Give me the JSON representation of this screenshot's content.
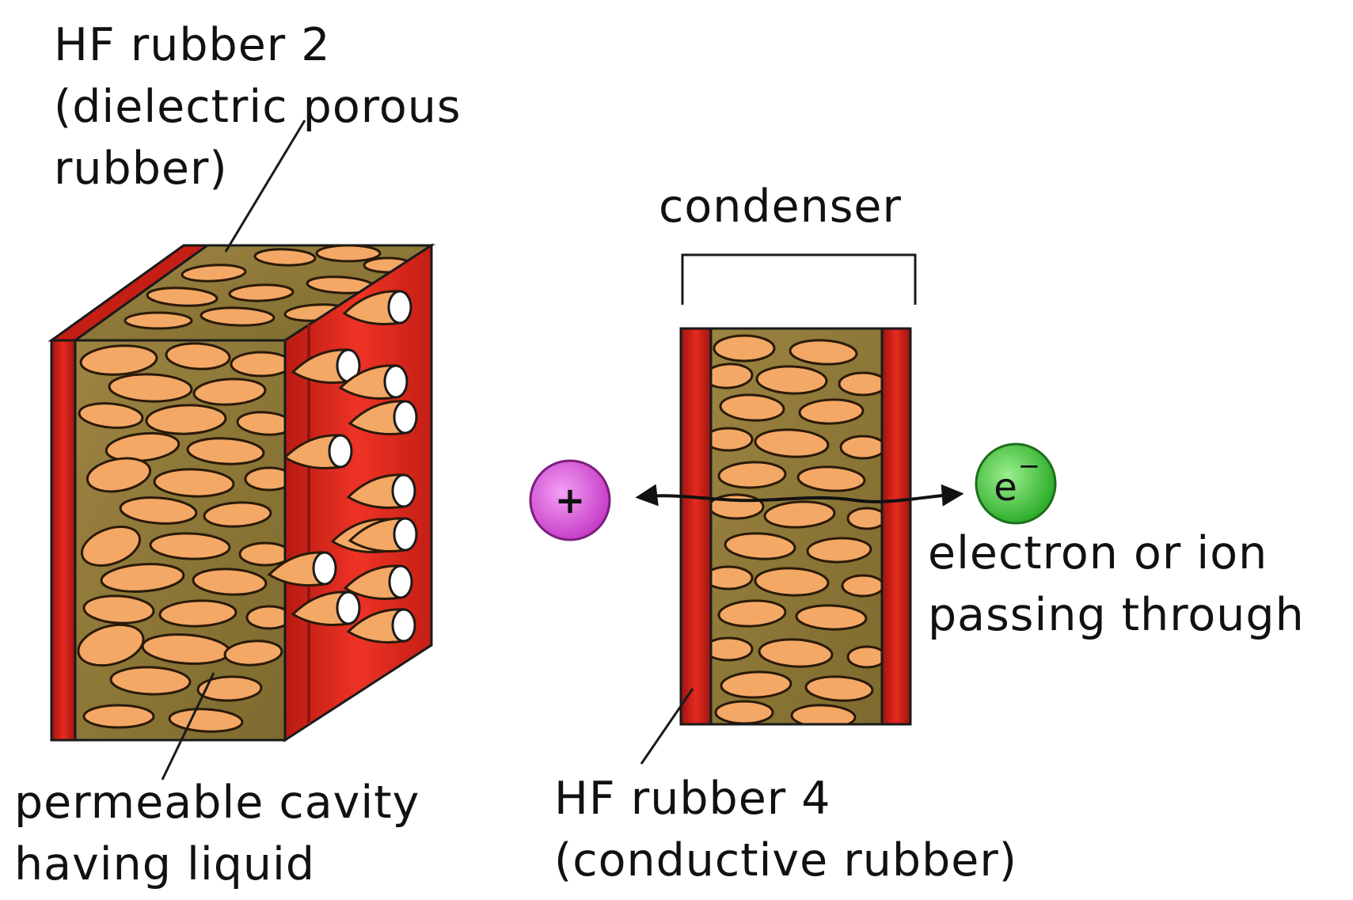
{
  "labels": {
    "hf_rubber_2": [
      "HF rubber 2",
      "(dielectric porous",
      "rubber)"
    ],
    "condenser": "condenser",
    "positive_charge": "+",
    "electron": "e",
    "electron_charge": "−",
    "electron_or_ion": [
      "electron or ion",
      "passing through"
    ],
    "permeable_cavity": [
      "permeable cavity",
      "having liquid"
    ],
    "hf_rubber_4": [
      "HF rubber 4",
      "(conductive rubber)"
    ]
  },
  "colors": {
    "conductive_rubber": "#d9261c",
    "conductive_rubber_dark": "#8e1410",
    "dielectric_matrix": "#8f7a3a",
    "pore_fill": "#f4a866",
    "outline": "#1a1a1a",
    "positive_charge": "#e060e0",
    "electron": "#4ccc48"
  }
}
